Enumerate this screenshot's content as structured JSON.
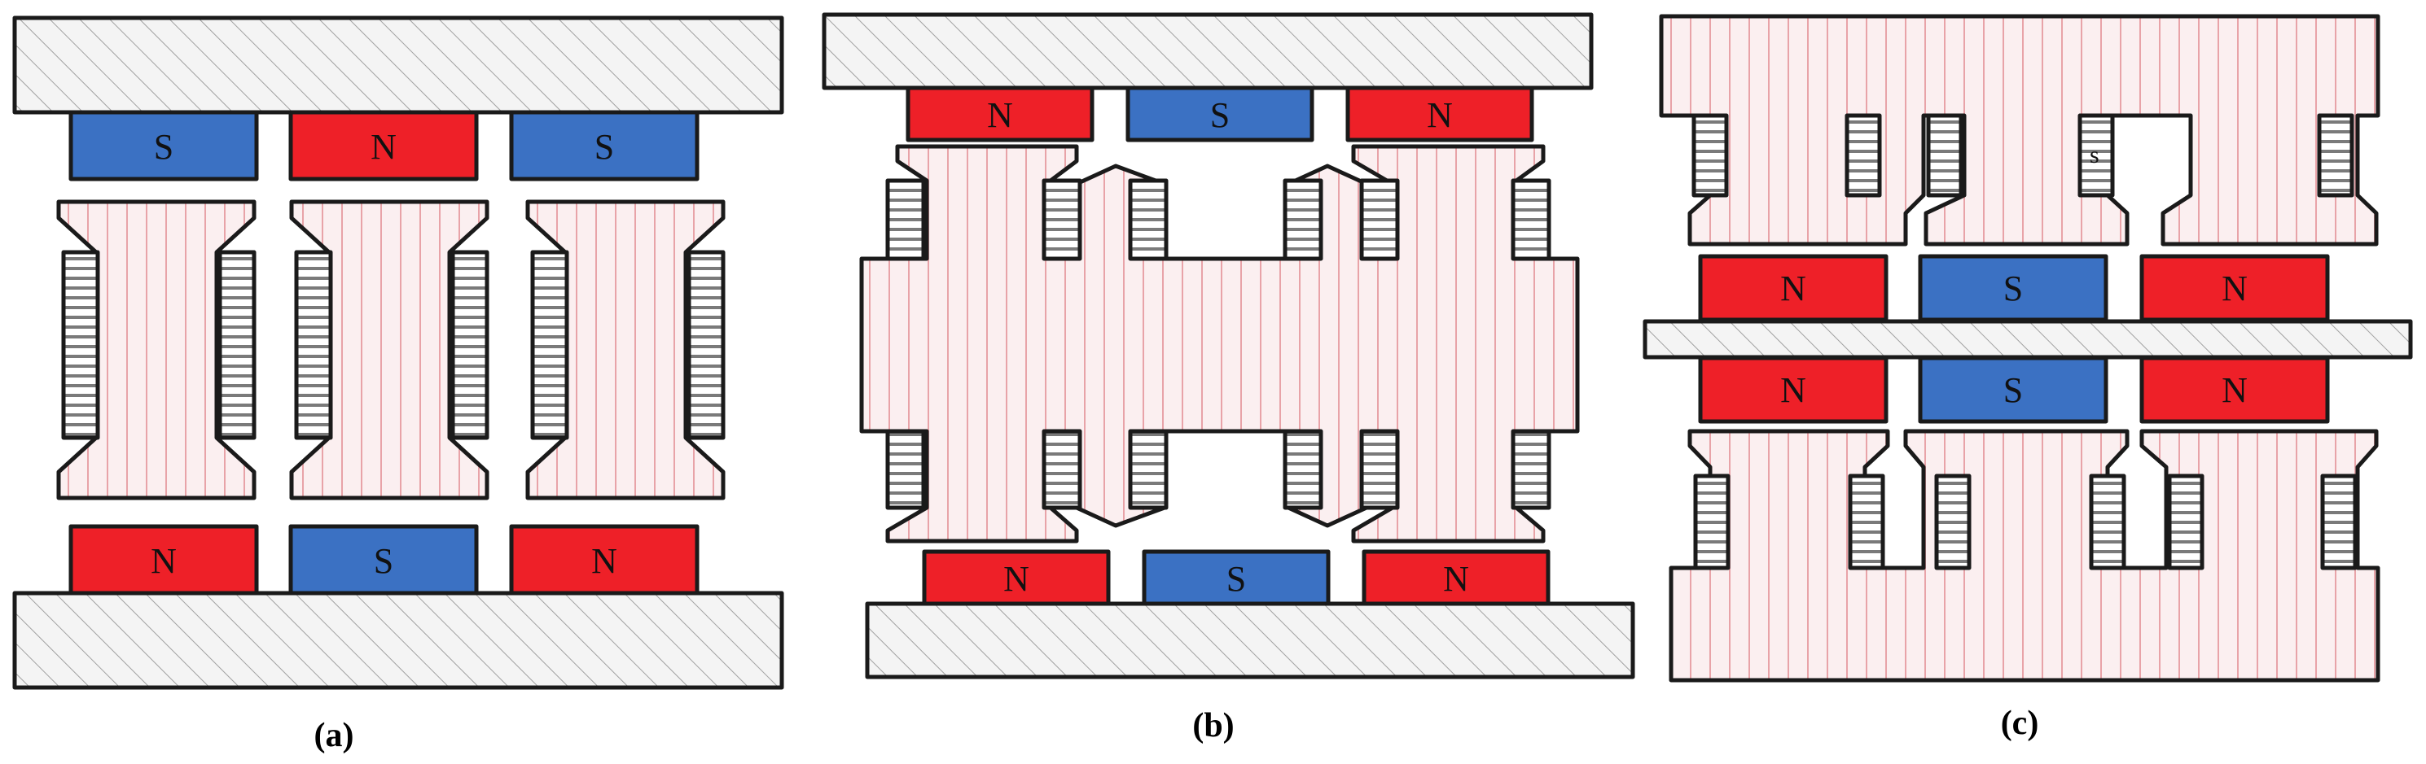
{
  "colors": {
    "north": "#ee2028",
    "south": "#3b71c3",
    "outline": "#1a1a1a",
    "core_line": "#e8a3a8",
    "hatch": "#9a9a9a",
    "winding": "#6f6f6f"
  },
  "labels": {
    "north": "N",
    "south": "S",
    "winding_s": "s"
  },
  "captions": [
    "(a)",
    "(b)",
    "(c)"
  ]
}
